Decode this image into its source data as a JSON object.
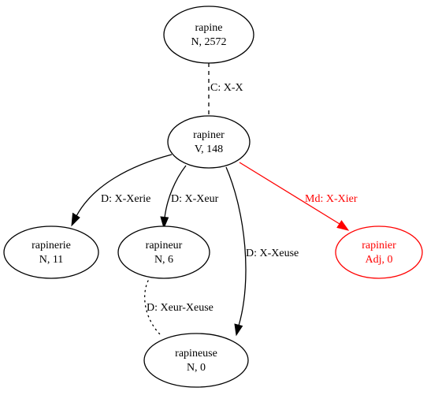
{
  "nodes": {
    "rapine": {
      "word": "rapine",
      "info": "N, 2572"
    },
    "rapiner": {
      "word": "rapiner",
      "info": "V, 148"
    },
    "rapinerie": {
      "word": "rapinerie",
      "info": "N, 11"
    },
    "rapineur": {
      "word": "rapineur",
      "info": "N, 6"
    },
    "rapinier": {
      "word": "rapinier",
      "info": "Adj, 0"
    },
    "rapineuse": {
      "word": "rapineuse",
      "info": "N, 0"
    }
  },
  "edges": {
    "rapine_rapiner": {
      "label": "C: X-X"
    },
    "rapiner_rapinerie": {
      "label": "D: X-Xerie"
    },
    "rapiner_rapineur": {
      "label": "D: X-Xeur"
    },
    "rapiner_rapineuse": {
      "label": "D: X-Xeuse"
    },
    "rapiner_rapinier": {
      "label": "Md: X-Xier"
    },
    "rapineur_rapineuse": {
      "label": "D: Xeur-Xeuse"
    }
  },
  "colors": {
    "default": "#000000",
    "highlight": "#ff0000",
    "background": "#ffffff"
  }
}
